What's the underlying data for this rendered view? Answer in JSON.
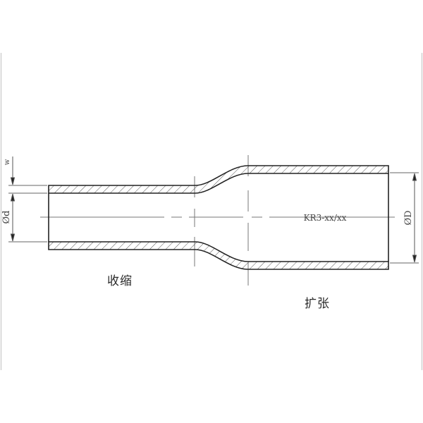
{
  "diagram": {
    "type": "engineering drawing - heat shrink tube cross-section",
    "colors": {
      "outline": "#222222",
      "hatch": "#555555",
      "centerline": "#777777",
      "dimension": "#555555",
      "frame": "#c8c8c8"
    },
    "labels": {
      "shrunk": "收缩",
      "expanded": "扩张",
      "model": "KR3-xx/xx",
      "dim_small_diameter": "Ød",
      "dim_large_diameter": "ØD",
      "dim_wall": "w"
    }
  }
}
